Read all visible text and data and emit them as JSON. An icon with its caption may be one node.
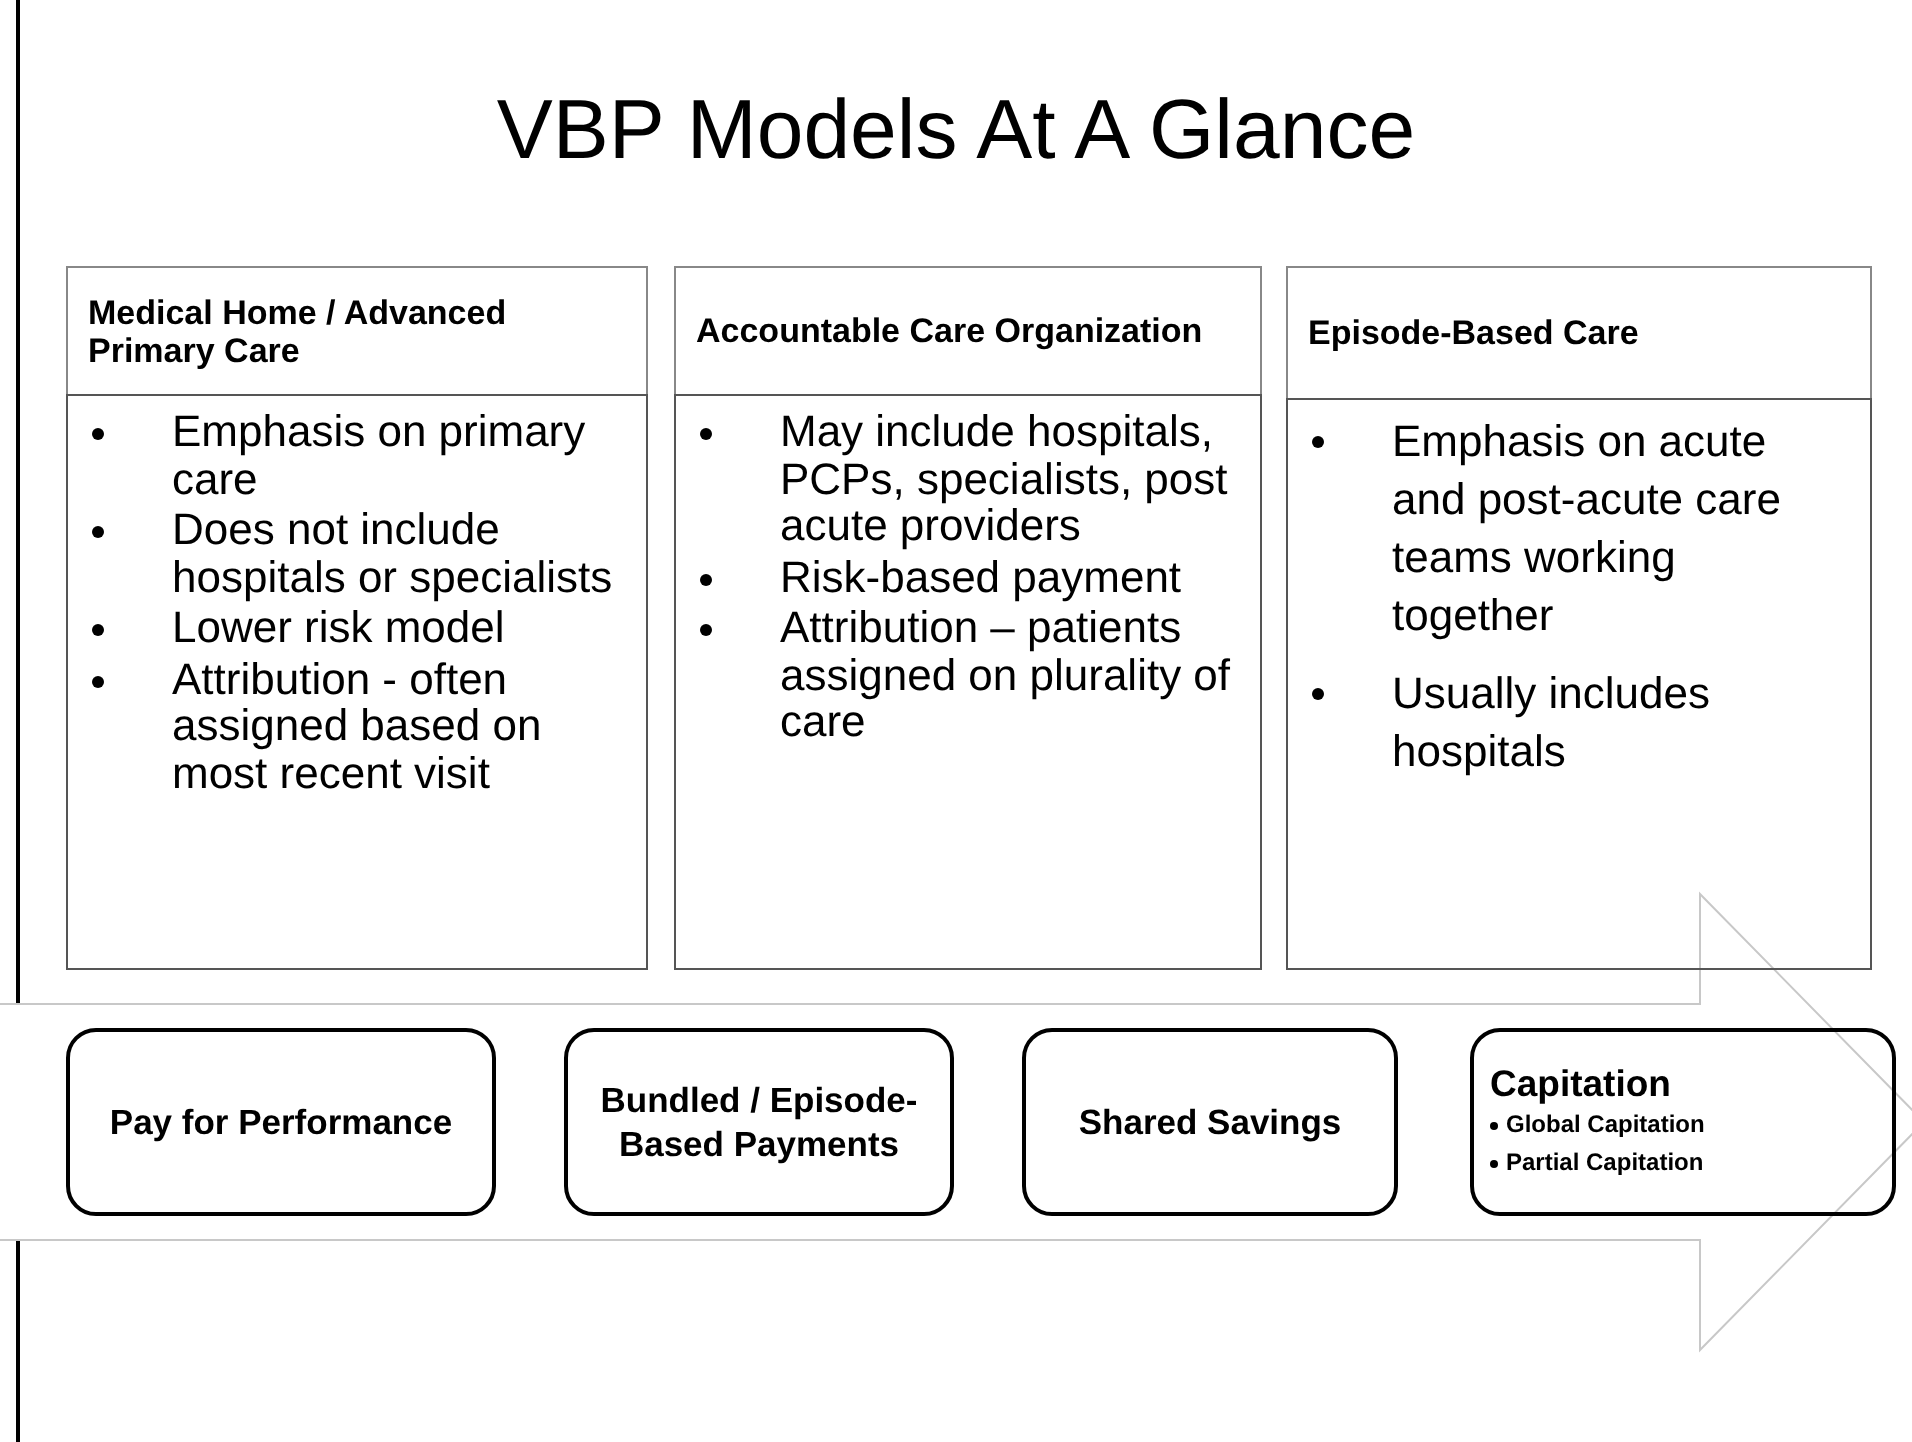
{
  "diagram": {
    "title": "VBP Models At A Glance",
    "nodes": [
      {
        "text": [
          "Medical Home / Advanced Primary Care"
        ]
      },
      {
        "text": [
          "Accountable Care Organization"
        ]
      },
      {
        "text": [
          "Episode-Based Care"
        ]
      },
      {
        "text": [
          "Emphasis on primary care",
          "Does not include hospitals or specialists",
          "Lower risk model",
          "Attribution  -  often assigned based on most recent visit"
        ]
      },
      {
        "text": [
          "May include hospitals, PCPs, specialists, post acute providers",
          "Risk-based payment",
          "Attribution – patients assigned on plurality of care"
        ]
      },
      {
        "text": [
          "Emphasis on acute and post-acute care teams working together",
          "Usually includes hospitals"
        ]
      },
      {
        "text": [
          "Pay for Performance"
        ]
      },
      {
        "text": [
          "Bundled / Episode-Based Payments"
        ]
      },
      {
        "text": [
          "Shared Savings"
        ]
      },
      {
        "text": [
          "Capitation",
          "Global Capitation",
          "Partial Capitation"
        ]
      }
    ],
    "edges": []
  }
}
